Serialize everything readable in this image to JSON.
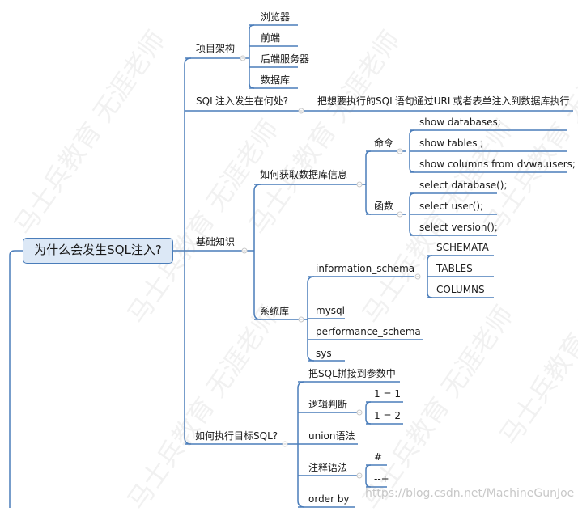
{
  "root": "为什么会发生SQL注入?",
  "architecture": {
    "title": "项目架构",
    "items": [
      "浏览器",
      "前端",
      "后端服务器",
      "数据库"
    ]
  },
  "where": {
    "question": "SQL注入发生在何处?",
    "answer": "把想要执行的SQL语句通过URL或者表单注入到数据库执行"
  },
  "basics": {
    "title": "基础知识",
    "how_get_info": {
      "title": "如何获取数据库信息",
      "commands": {
        "title": "命令",
        "items": [
          "show databases;",
          "show tables ;",
          "show columns from dvwa.users;"
        ]
      },
      "functions": {
        "title": "函数",
        "items": [
          "select database();",
          "select user();",
          "select version();"
        ]
      }
    },
    "system_dbs": {
      "title": "系统库",
      "info_schema": {
        "title": "information_schema",
        "items": [
          "SCHEMATA",
          "TABLES",
          "COLUMNS"
        ]
      },
      "others": [
        "mysql",
        "performance_schema",
        "sys"
      ]
    }
  },
  "execute": {
    "title": "如何执行目标SQL?",
    "concat": "把SQL拼接到参数中",
    "logic": {
      "title": "逻辑判断",
      "items": [
        "1 = 1",
        "1 = 2"
      ]
    },
    "union": "union语法",
    "comment": {
      "title": "注释语法",
      "items": [
        "#",
        "--+"
      ]
    },
    "order_by": "order by"
  },
  "credit": "https://blog.csdn.net/MachineGunJoe",
  "watermark": "马士兵教育 无涯老师",
  "colors": {
    "line": "#4a7dba",
    "node_fill": "#dce8f6",
    "text": "#1a1a1a",
    "expander": "#c9c9c9"
  }
}
